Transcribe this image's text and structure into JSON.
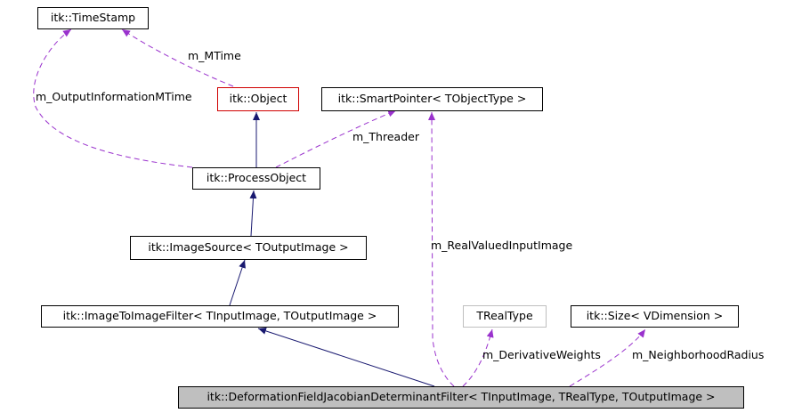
{
  "nodes": {
    "timestamp": "itk::TimeStamp",
    "object": "itk::Object",
    "smartpointer": "itk::SmartPointer< TObjectType >",
    "processobject": "itk::ProcessObject",
    "imagesource": "itk::ImageSource< TOutputImage >",
    "imagetoimagefilter": "itk::ImageToImageFilter< TInputImage, TOutputImage >",
    "trealtype": "TRealType",
    "size": "itk::Size< VDimension >",
    "target": "itk::DeformationFieldJacobianDeterminantFilter< TInputImage, TRealType, TOutputImage >"
  },
  "edge_labels": {
    "m_mtime": "m_MTime",
    "m_outputinformationmtime": "m_OutputInformationMTime",
    "m_threader": "m_Threader",
    "m_realvaluedinputimage": "m_RealValuedInputImage",
    "m_derivativeweights": "m_DerivativeWeights",
    "m_neighborhoodradius": "m_NeighborhoodRadius"
  },
  "colors": {
    "inheritance_edge": "#191970",
    "usage_edge": "#9a32cd",
    "highlight_node_border": "#d00000",
    "target_node_fill": "#bfbfbf"
  }
}
